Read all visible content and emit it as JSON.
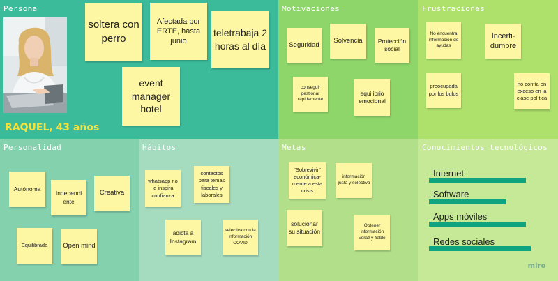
{
  "colors": {
    "persona": "#3cbb9b",
    "motivaciones": "#8ed56a",
    "frustraciones": "#aee06c",
    "personalidad": "#84d1ae",
    "habitos": "#a5dcc0",
    "metas": "#b2e08a",
    "conocimientos": "#c5e996",
    "sticky_note": "#fdf6a2",
    "tech_bar": "#10a37f",
    "persona_name": "#f7e23a"
  },
  "persona": {
    "title": "Persona",
    "name": "RAQUEL, 43 años",
    "notes": [
      "soltera con perro",
      "Afectada por ERTE, hasta junio",
      "teletrabaja 2 horas al día",
      "event manager hotel"
    ]
  },
  "motivaciones": {
    "title": "Motivaciones",
    "notes": [
      "Seguridad",
      "Solvencia",
      "Protección social",
      "conseguir gestionar rápidamente",
      "equilibrio emocional"
    ]
  },
  "frustraciones": {
    "title": "Frustraciones",
    "notes": [
      "No encuentra información de ayudas",
      "Incerti-dumbre",
      "preocupada por los bulos",
      "no confía en exceso en la clase política"
    ]
  },
  "personalidad": {
    "title": "Personalidad",
    "notes": [
      "Autónoma",
      "Independi ente",
      "Creativa",
      "Equilibrada",
      "Open mind"
    ]
  },
  "habitos": {
    "title": "Hábitos",
    "notes": [
      "whatsapp no le inspira confianza",
      "contactos para temas fiscales y laborales",
      "adicta a Instagram",
      "selectiva con la información COVID"
    ]
  },
  "metas": {
    "title": "Metas",
    "notes": [
      "\"Sobrevivir\" económica-mente a esta crisis",
      "información justa y selectiva",
      "solucionar su situación",
      "Obtener información veraz y fiable"
    ]
  },
  "conocimientos": {
    "title": "Conocimientos tecnológicos",
    "items": [
      {
        "label": "Internet",
        "level": 0.95
      },
      {
        "label": "Software",
        "level": 0.75
      },
      {
        "label": "Apps móviles",
        "level": 0.95
      },
      {
        "label": "Redes sociales",
        "level": 1.0
      }
    ]
  },
  "watermark": "miro"
}
